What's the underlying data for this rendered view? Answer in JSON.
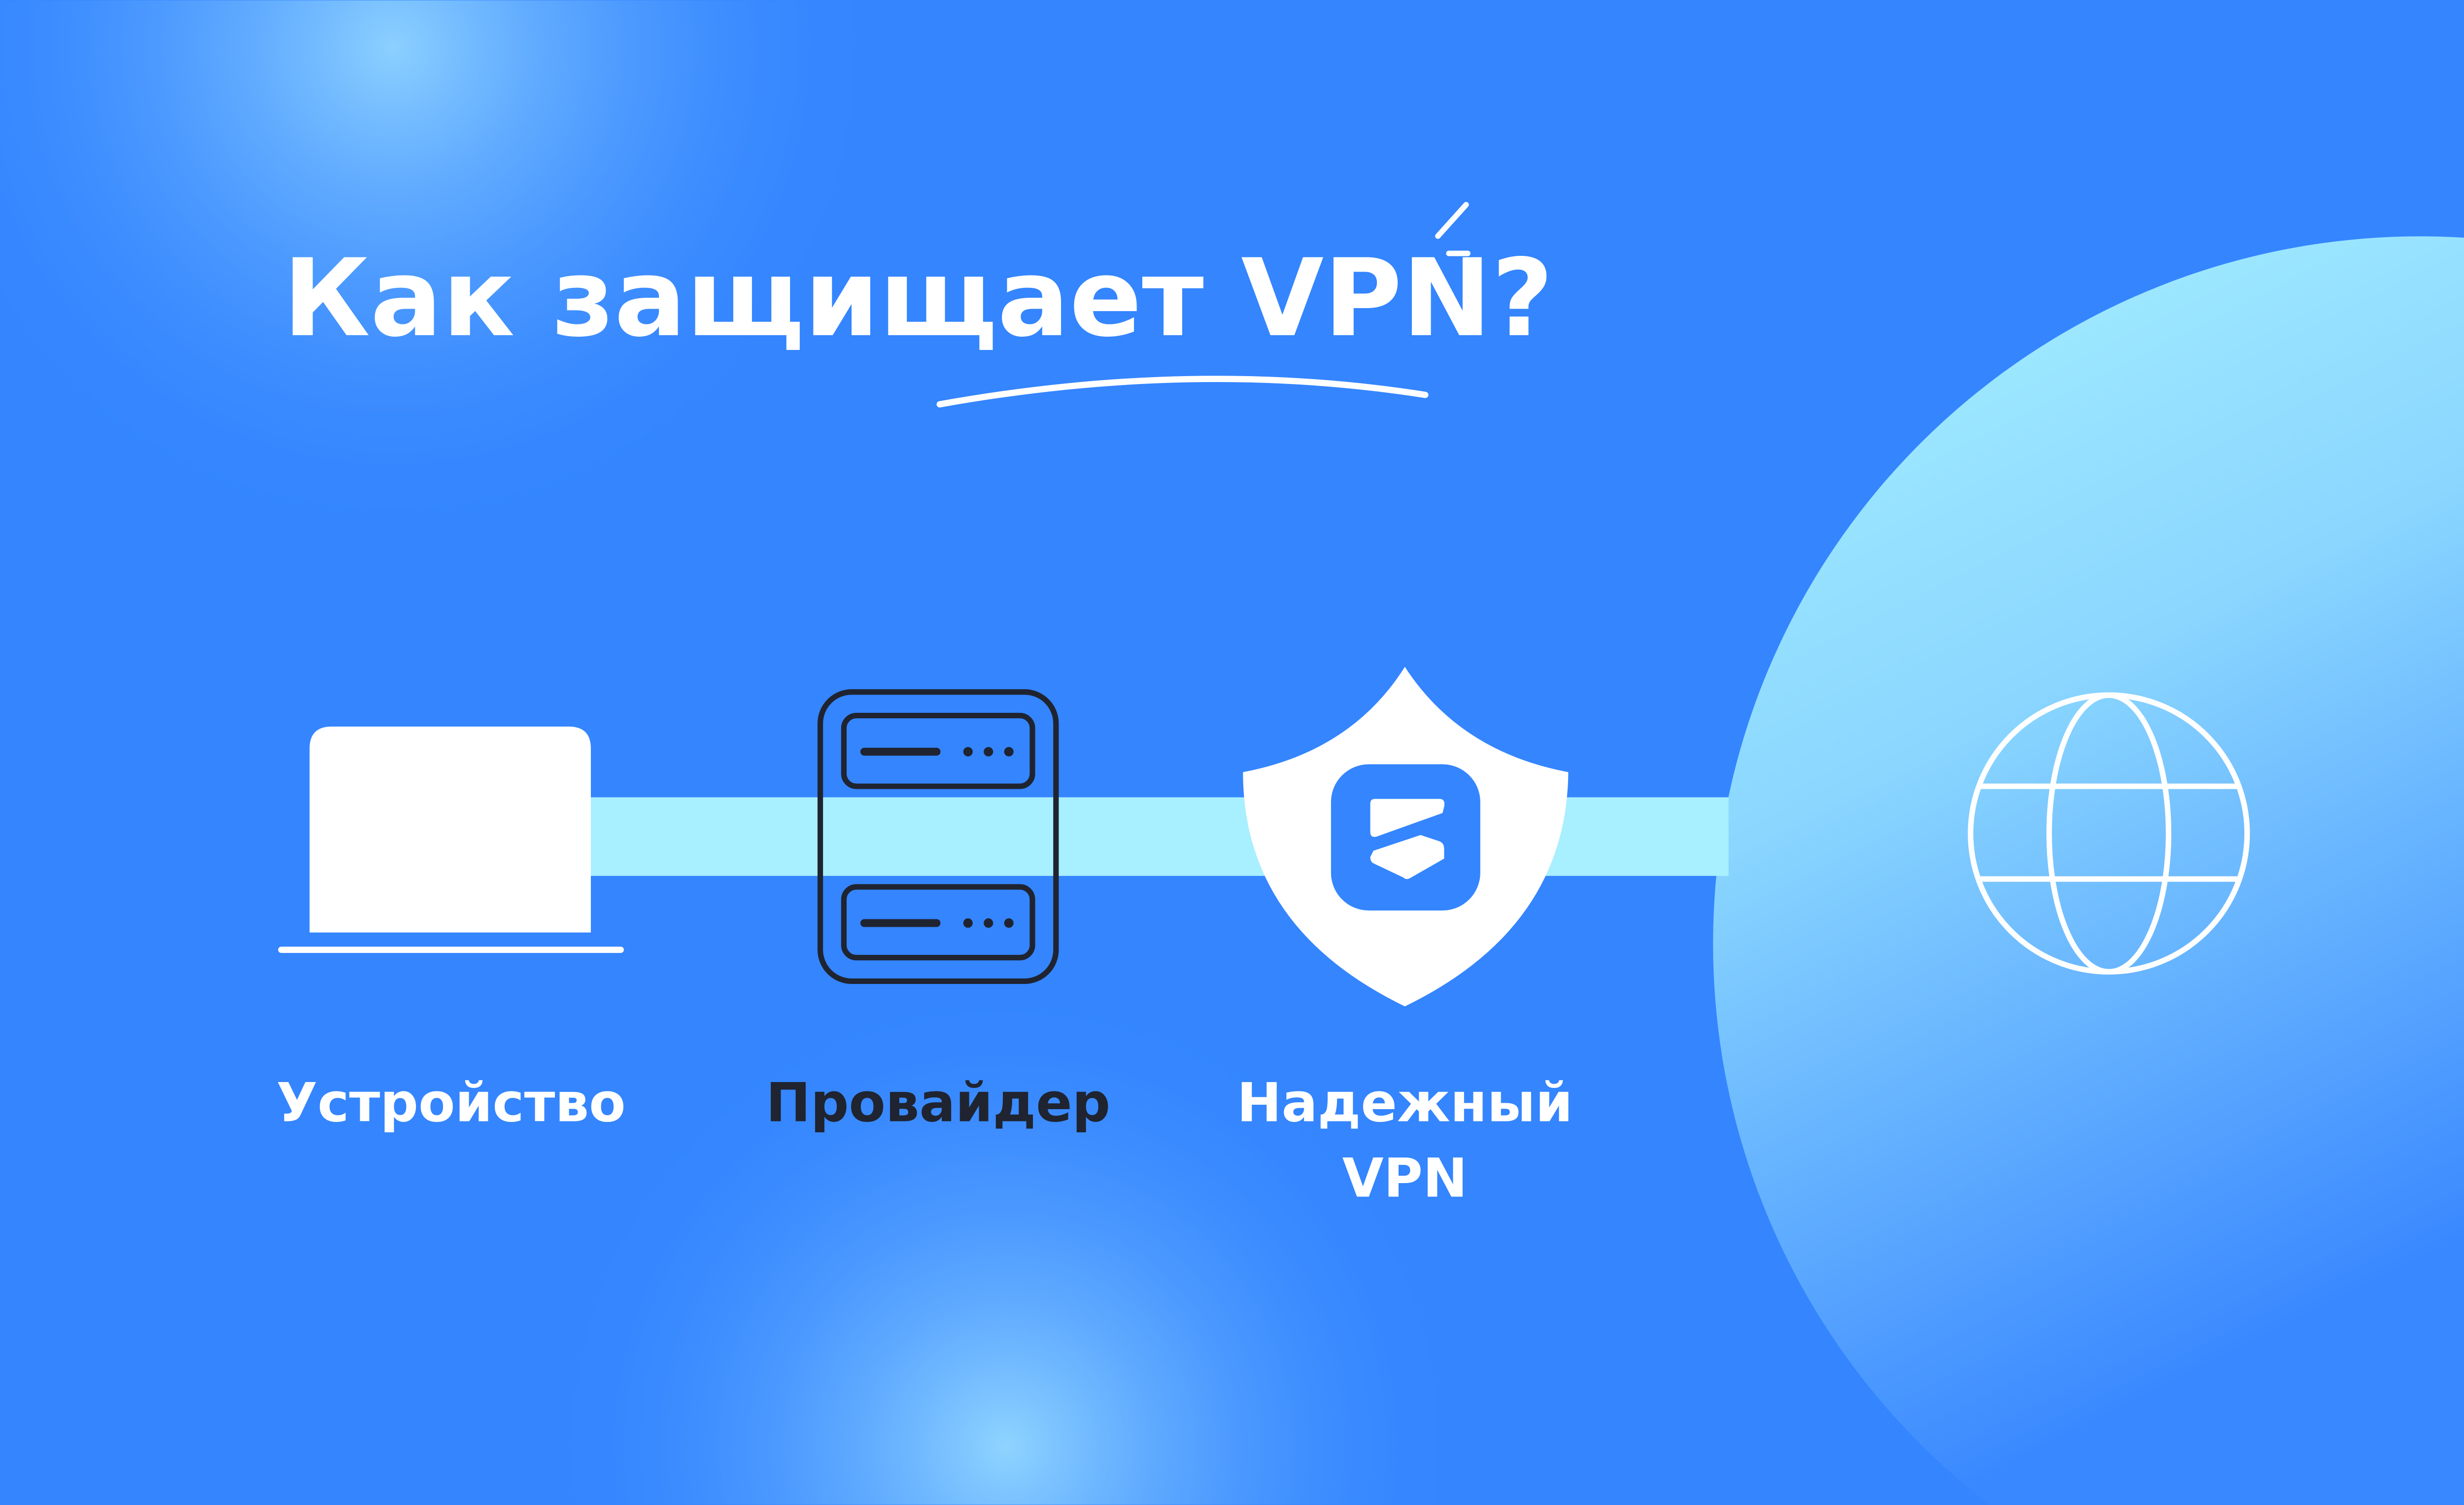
{
  "title": "Как защищает VPN?",
  "nodes": [
    {
      "label": "Устройство",
      "icon": "laptop-icon"
    },
    {
      "label": "Провайдер",
      "icon": "server-icon"
    },
    {
      "label_line1": "Надежный",
      "label_line2": "VPN",
      "icon": "shield-icon"
    },
    {
      "icon": "globe-icon"
    }
  ],
  "colors": {
    "background": "#3485ff",
    "tunnel": "#a8efff",
    "text_light": "#ffffff",
    "text_dark": "#1f2430"
  }
}
